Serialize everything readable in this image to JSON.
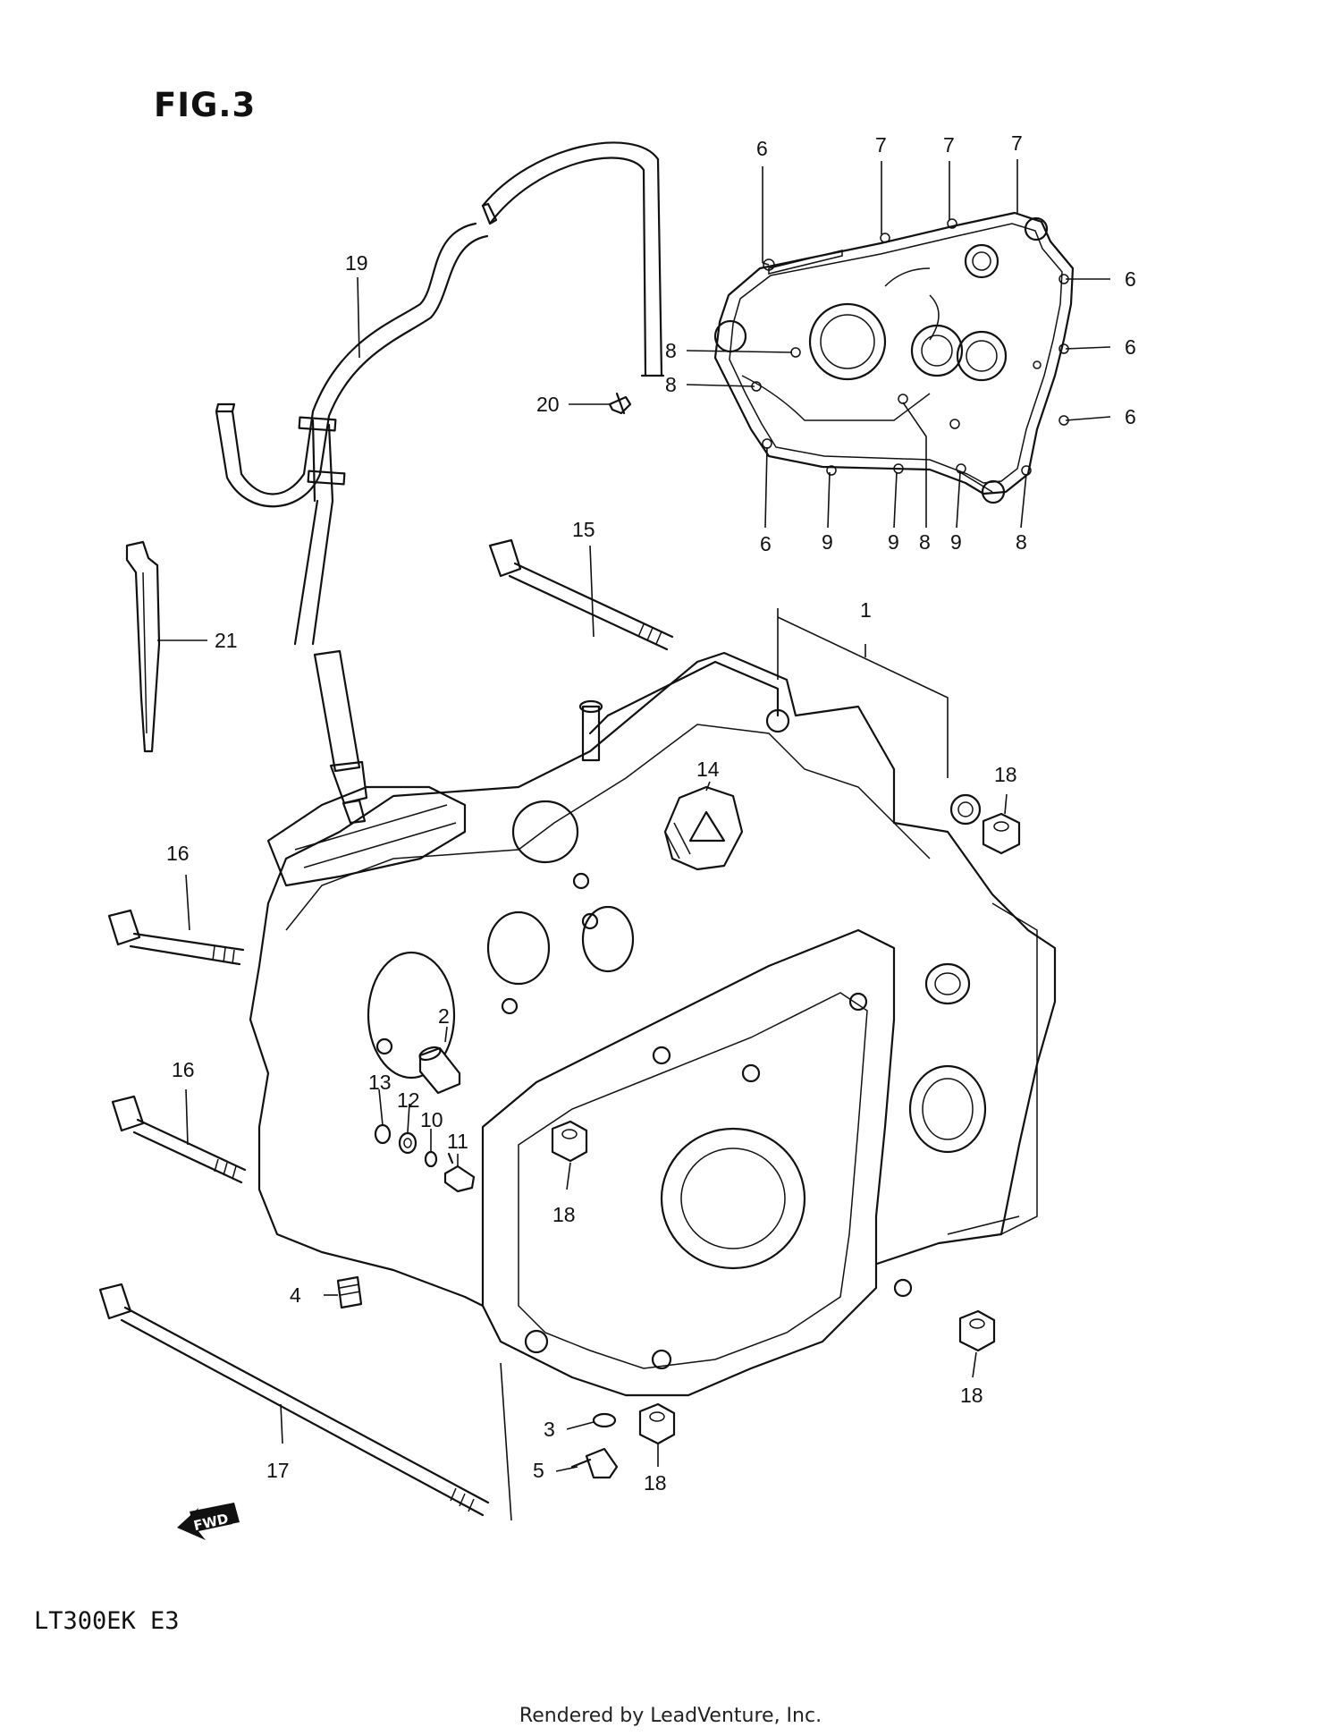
{
  "figure": {
    "title": "FIG.3",
    "model_code": "LT300EK  E3",
    "footer": "Rendered by LeadVenture, Inc.",
    "forward_label": "FWD"
  },
  "callouts": [
    {
      "id": "c-1",
      "label": "1"
    },
    {
      "id": "c-2",
      "label": "2"
    },
    {
      "id": "c-3",
      "label": "3"
    },
    {
      "id": "c-4",
      "label": "4"
    },
    {
      "id": "c-5",
      "label": "5"
    },
    {
      "id": "c-6a",
      "label": "6"
    },
    {
      "id": "c-6b",
      "label": "6"
    },
    {
      "id": "c-6c",
      "label": "6"
    },
    {
      "id": "c-6d",
      "label": "6"
    },
    {
      "id": "c-6e",
      "label": "6"
    },
    {
      "id": "c-7a",
      "label": "7"
    },
    {
      "id": "c-7b",
      "label": "7"
    },
    {
      "id": "c-7c",
      "label": "7"
    },
    {
      "id": "c-8a",
      "label": "8"
    },
    {
      "id": "c-8b",
      "label": "8"
    },
    {
      "id": "c-8c",
      "label": "8"
    },
    {
      "id": "c-8d",
      "label": "8"
    },
    {
      "id": "c-9a",
      "label": "9"
    },
    {
      "id": "c-9b",
      "label": "9"
    },
    {
      "id": "c-9c",
      "label": "9"
    },
    {
      "id": "c-10",
      "label": "10"
    },
    {
      "id": "c-11",
      "label": "11"
    },
    {
      "id": "c-12",
      "label": "12"
    },
    {
      "id": "c-13",
      "label": "13"
    },
    {
      "id": "c-14",
      "label": "14"
    },
    {
      "id": "c-15",
      "label": "15"
    },
    {
      "id": "c-16a",
      "label": "16"
    },
    {
      "id": "c-16b",
      "label": "16"
    },
    {
      "id": "c-17",
      "label": "17"
    },
    {
      "id": "c-18a",
      "label": "18"
    },
    {
      "id": "c-18b",
      "label": "18"
    },
    {
      "id": "c-18c",
      "label": "18"
    },
    {
      "id": "c-18d",
      "label": "18"
    },
    {
      "id": "c-19",
      "label": "19"
    },
    {
      "id": "c-20",
      "label": "20"
    },
    {
      "id": "c-21",
      "label": "21"
    }
  ]
}
